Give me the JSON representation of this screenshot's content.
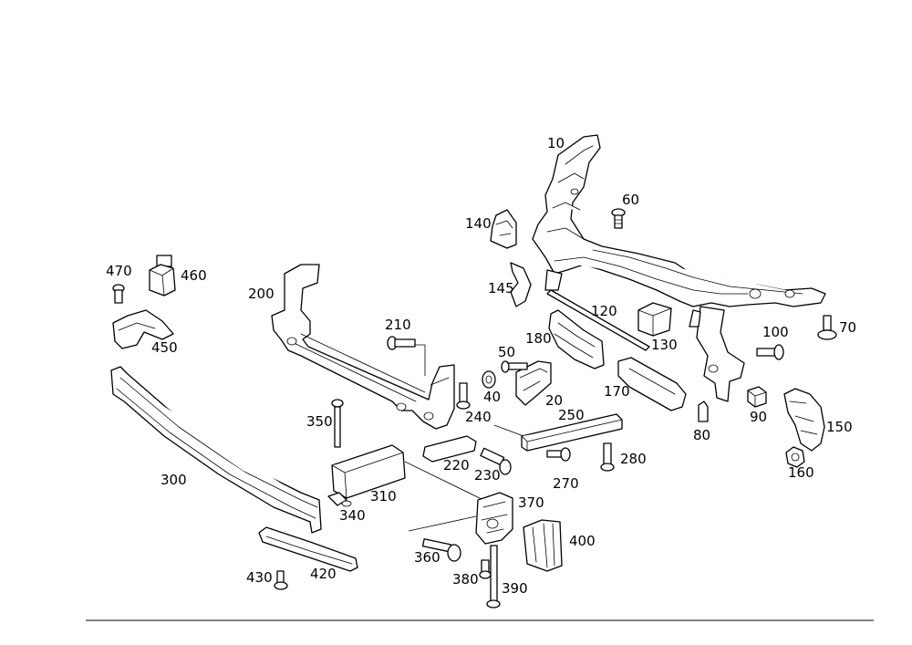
{
  "labels": {
    "p10": "10",
    "p20": "20",
    "p40": "40",
    "p50": "50",
    "p60": "60",
    "p70": "70",
    "p80": "80",
    "p90": "90",
    "p100": "100",
    "p120": "120",
    "p130": "130",
    "p140": "140",
    "p145": "145",
    "p150": "150",
    "p160": "160",
    "p170": "170",
    "p180": "180",
    "p200": "200",
    "p210": "210",
    "p220": "220",
    "p230": "230",
    "p240": "240",
    "p250": "250",
    "p270": "270",
    "p280": "280",
    "p300": "300",
    "p310": "310",
    "p340": "340",
    "p350": "350",
    "p360": "360",
    "p370": "370",
    "p380": "380",
    "p390": "390",
    "p400": "400",
    "p420": "420",
    "p430": "430",
    "p450": "450",
    "p460": "460",
    "p470": "470"
  }
}
